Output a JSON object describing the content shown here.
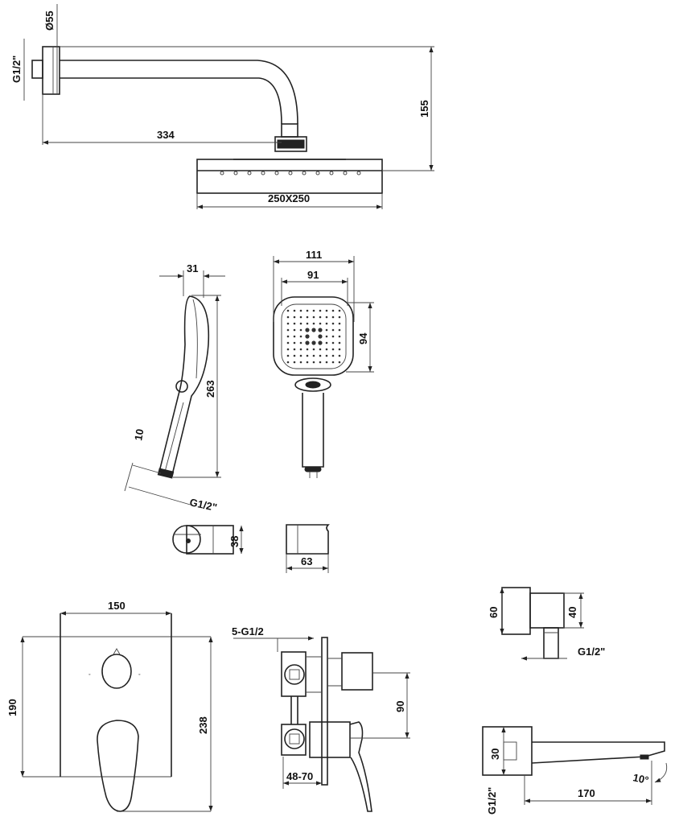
{
  "overhead_shower": {
    "flange_diameter": "Ø55",
    "inlet_thread": "G1/2\"",
    "arm_length": "334",
    "height": "155",
    "head_size": "250X250"
  },
  "hand_shower": {
    "side_width": "31",
    "length": "263",
    "connector": "10",
    "thread": "G1/2\"",
    "head_width": "111",
    "face_width": "91",
    "face_height": "94"
  },
  "holder": {
    "height": "38",
    "width": "63"
  },
  "mixer_panel": {
    "panel_width": "150",
    "panel_height": "190",
    "total_height": "238"
  },
  "mixer_body": {
    "outlets": "5-G1/2",
    "spacing": "90",
    "wall_depth": "48-70"
  },
  "wall_outlet": {
    "plate_height": "60",
    "body_height": "40",
    "thread": "G1/2\""
  },
  "spout": {
    "height": "30",
    "thread": "G1/2\"",
    "length": "170",
    "angle": "10°"
  }
}
